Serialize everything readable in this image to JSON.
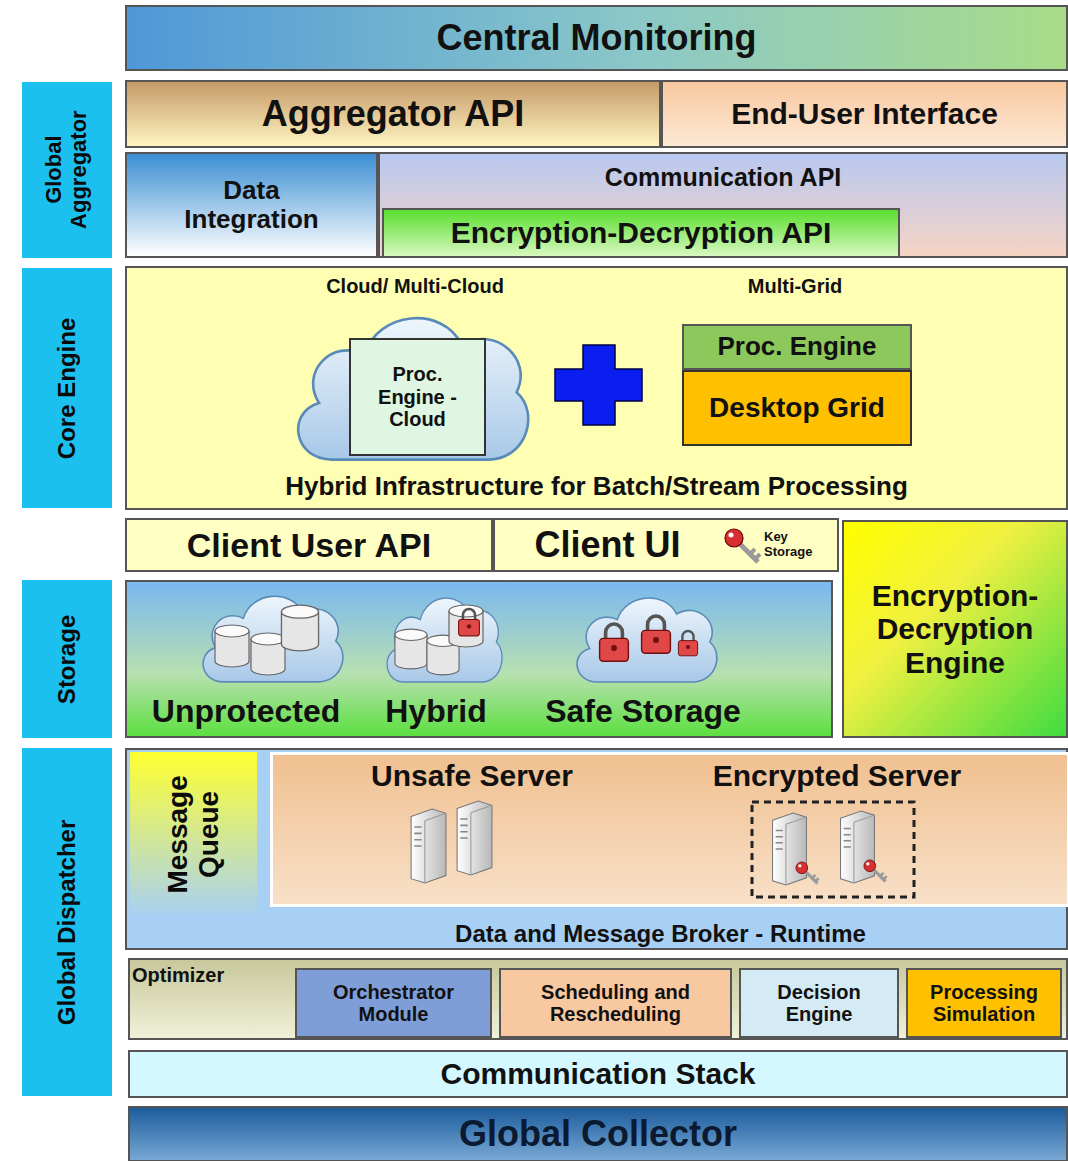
{
  "diagram": {
    "nodes": [
      {
        "text": [
          "Central Monitoring"
        ]
      },
      {
        "text": [
          "Global Aggregator"
        ]
      },
      {
        "text": [
          "Aggregator API"
        ]
      },
      {
        "text": [
          "End-User Interface"
        ]
      },
      {
        "text": [
          "Data Integration"
        ]
      },
      {
        "text": [
          "Communication API"
        ]
      },
      {
        "text": [
          "Encryption-Decryption API"
        ],
        "in": 5
      },
      {
        "text": [
          "Core Engine"
        ]
      },
      {
        "text": [
          "Cloud/ Multi-Cloud",
          "Multi-Grid",
          "Hybrid Infrastructure for Batch/Stream Processing"
        ]
      },
      {
        "text": [
          "Proc. Engine - Cloud"
        ],
        "in": 8
      },
      {
        "text": [
          "Proc. Engine"
        ],
        "in": 8
      },
      {
        "text": [
          "Desktop Grid"
        ],
        "in": 8
      },
      {
        "text": [
          "Client User API"
        ]
      },
      {
        "text": [
          "Client UI",
          "Key Storage"
        ]
      },
      {
        "text": [
          "Encryption-Decryption Engine"
        ]
      },
      {
        "text": [
          "Storage"
        ]
      },
      {
        "text": [
          "Unprotected",
          "Hybrid",
          "Safe Storage"
        ]
      },
      {
        "text": [
          "Global Dispatcher"
        ]
      },
      {
        "text": [
          "Data and Message Broker - Runtime"
        ]
      },
      {
        "text": [
          "Message Queue"
        ],
        "in": 18
      },
      {
        "text": [
          "Unsafe Server",
          "Encrypted Server"
        ],
        "in": 18
      },
      {
        "text": [
          "Optimizer"
        ]
      },
      {
        "text": [
          "Orchestrator Module"
        ],
        "in": 21
      },
      {
        "text": [
          "Scheduling and Rescheduling"
        ],
        "in": 21
      },
      {
        "text": [
          "Decision Engine"
        ],
        "in": 21
      },
      {
        "text": [
          "Processing Simulation"
        ],
        "in": 21
      },
      {
        "text": [
          "Communication Stack"
        ]
      },
      {
        "text": [
          "Global Collector"
        ]
      }
    ]
  }
}
